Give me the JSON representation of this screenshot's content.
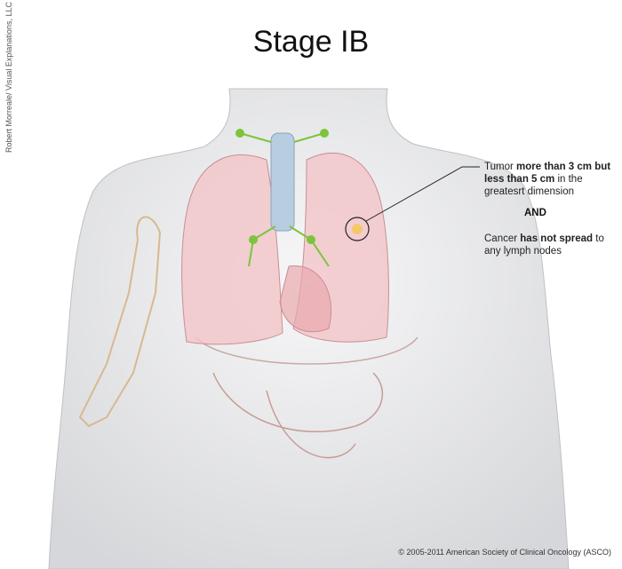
{
  "title": "Stage IB",
  "credit": "Robert Morreale/ Visual Explanations, LLC",
  "annotation": {
    "tumor_prefix": "Tumor ",
    "tumor_bold": "more than 3 cm but less than 5 cm",
    "tumor_suffix": " in the greatesrt dimension",
    "and": "AND",
    "cancer_prefix": "Cancer ",
    "cancer_bold": "has not spread",
    "cancer_suffix": " to any lymph nodes"
  },
  "copyright": "© 2005-2011 American Society of Clinical Oncology (ASCO)",
  "colors": {
    "lung": "#f2c4c8",
    "tumor": "#f5c96a",
    "lymph": "#7cc43a",
    "trachea": "#b8cde0"
  }
}
